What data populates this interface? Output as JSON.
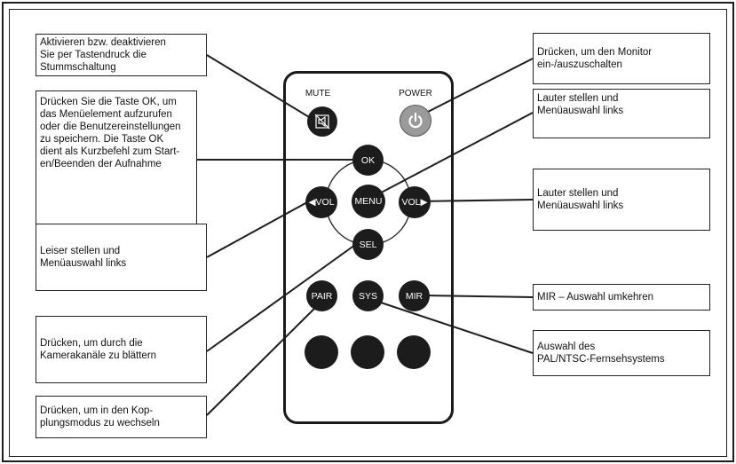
{
  "callouts": {
    "mute": "Aktivieren bzw. deaktivieren\nSie per Tastendruck die\nStummschaltung",
    "ok": "Drücken Sie die Taste OK, um\ndas Menüelement aufzurufen\noder die Benutzereinstellungen\nzu speichern.  Die Taste OK\ndient als Kurzbefehl zum Start-\nen/Beenden der Aufnahme",
    "vol_down": "Leiser stellen und\nMenüauswahl links",
    "pair_channels": "Drücken, um durch die\nKamerakanäle zu blättern",
    "pairing": "Drücken, um in den Kop-\nplungsmodus zu wechseln",
    "power": "Drücken, um den Monitor\nein-/auszuschalten",
    "menu": "Lauter stellen und\nMenüauswahl links",
    "vol_up": "Lauter stellen und\nMenüauswahl links",
    "mir": "MIR – Auswahl umkehren",
    "sys": "Auswahl des\nPAL/NTSC-Fernsehsystems"
  },
  "remote": {
    "mute_label": "MUTE",
    "power_label": "POWER",
    "ok": "OK",
    "menu": "MENU",
    "vol_left": "◀VOL",
    "vol_right": "VOL▶",
    "sel": "SEL",
    "pair": "PAIR",
    "sys": "SYS",
    "mir": "MIR"
  },
  "colors": {
    "button": "#1c1c1c",
    "power_button": "#9a9a9a",
    "line": "#1e1e1e"
  }
}
